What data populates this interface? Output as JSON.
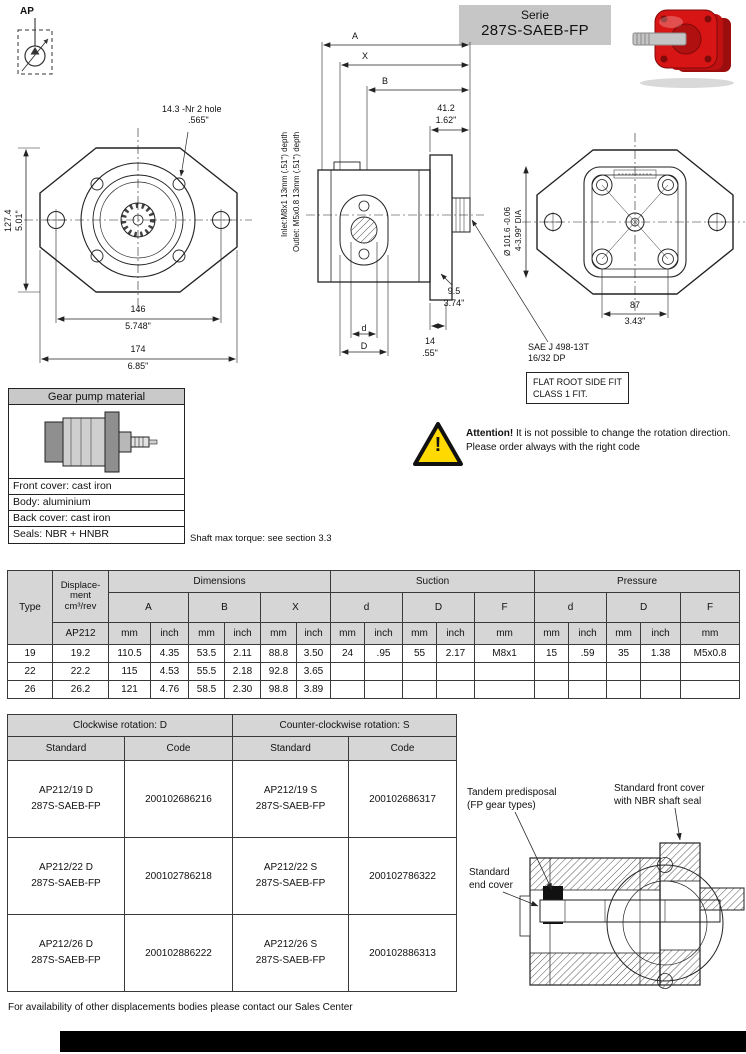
{
  "header": {
    "ap_label": "AP",
    "serie_label": "Serie",
    "serie_value": "287S-SAEB-FP"
  },
  "front_view": {
    "hole_note_line1": "14.3 -Nr 2 hole",
    "hole_note_line2": ".565\"",
    "height_mm": "127.4",
    "height_in": "5.01\"",
    "bolt_spacing_mm": "146",
    "bolt_spacing_in": "5.748\"",
    "width_mm": "174",
    "width_in": "6.85\""
  },
  "side_view": {
    "dim_a": "A",
    "dim_x": "X",
    "dim_b": "B",
    "front_len_mm": "41.2",
    "front_len_in": "1.62\"",
    "inlet_note": "Inlet:M8x1  13mm  (.51\") depth",
    "outlet_note": "Outlet: M5x0.8 13mm  (.51\") depth",
    "body_len_mm": "9.5",
    "body_len_in": "3.74\"",
    "port_d_label": "d",
    "port_D_label": "D",
    "port_offset_mm": "14",
    "port_offset_in": ".55\""
  },
  "rear_view": {
    "pilot_dia_mm": "Ø 101.6 -0.06",
    "pilot_dia_in": "4-3.99\" DIA",
    "cover_bolt_mm": "87",
    "cover_bolt_in": "3.43\""
  },
  "shaft_note": {
    "line1": "SAE J 498-13T",
    "line2": "16/32 DP",
    "box_line1": "FLAT ROOT SIDE FIT",
    "box_line2": "CLASS 1 FIT."
  },
  "attention": {
    "mark": "!",
    "title": "Attention!",
    "body": " It is not possible to change the rotation direction.  Please order always with the right code"
  },
  "material": {
    "title": "Gear pump material",
    "rows": [
      "Front cover: cast iron",
      "Body: aluminium",
      "Back cover: cast iron",
      "Seals: NBR + HNBR"
    ],
    "torque_note": "Shaft max torque: see section 3.3"
  },
  "dim_table": {
    "h_type": "Type",
    "h_disp1": "Displace-",
    "h_disp2": "ment",
    "h_disp3": "cm³/rev",
    "h_model": "AP212",
    "h_dimensions": "Dimensions",
    "h_suction": "Suction",
    "h_pressure": "Pressure",
    "h_A": "A",
    "h_B": "B",
    "h_X": "X",
    "h_d": "d",
    "h_D": "D",
    "h_F": "F",
    "h_mm": "mm",
    "h_inch": "inch",
    "rows": [
      {
        "type": "19",
        "disp": "19.2",
        "a_mm": "110.5",
        "a_in": "4.35",
        "b_mm": "53.5",
        "b_in": "2.11",
        "x_mm": "88.8",
        "x_in": "3.50"
      },
      {
        "type": "22",
        "disp": "22.2",
        "a_mm": "115",
        "a_in": "4.53",
        "b_mm": "55.5",
        "b_in": "2.18",
        "x_mm": "92.8",
        "x_in": "3.65"
      },
      {
        "type": "26",
        "disp": "26.2",
        "a_mm": "121",
        "a_in": "4.76",
        "b_mm": "58.5",
        "b_in": "2.30",
        "x_mm": "98.8",
        "x_in": "3.89"
      }
    ],
    "suction": {
      "d_mm": "24",
      "d_in": ".95",
      "D_mm": "55",
      "D_in": "2.17",
      "F": "M8x1"
    },
    "pressure": {
      "d_mm": "15",
      "d_in": ".59",
      "D_mm": "35",
      "D_in": "1.38",
      "F": "M5x0.8"
    }
  },
  "order_table": {
    "h_cw": "Clockwise rotation: D",
    "h_ccw": "Counter-clockwise rotation: S",
    "h_standard": "Standard",
    "h_code": "Code",
    "rows": [
      {
        "cw_std_1": "AP212/19 D",
        "cw_std_2": "287S-SAEB-FP",
        "cw_code": "200102686216",
        "ccw_std_1": "AP212/19 S",
        "ccw_std_2": "287S-SAEB-FP",
        "ccw_code": "200102686317"
      },
      {
        "cw_std_1": "AP212/22 D",
        "cw_std_2": "287S-SAEB-FP",
        "cw_code": "200102786218",
        "ccw_std_1": "AP212/22 S",
        "ccw_std_2": "287S-SAEB-FP",
        "ccw_code": "200102786322"
      },
      {
        "cw_std_1": "AP212/26 D",
        "cw_std_2": "287S-SAEB-FP",
        "cw_code": "200102886222",
        "ccw_std_1": "AP212/26 S",
        "ccw_std_2": "287S-SAEB-FP",
        "ccw_code": "200102886313"
      }
    ]
  },
  "section_view": {
    "tandem_1": "Tandem predisposal",
    "tandem_2": "(FP gear types)",
    "front_cover_1": "Standard front cover",
    "front_cover_2": "with NBR shaft seal",
    "end_cover_1": "Standard",
    "end_cover_2": "end cover"
  },
  "footer": {
    "note": "For availability of other displacements bodies please contact our Sales Center"
  }
}
